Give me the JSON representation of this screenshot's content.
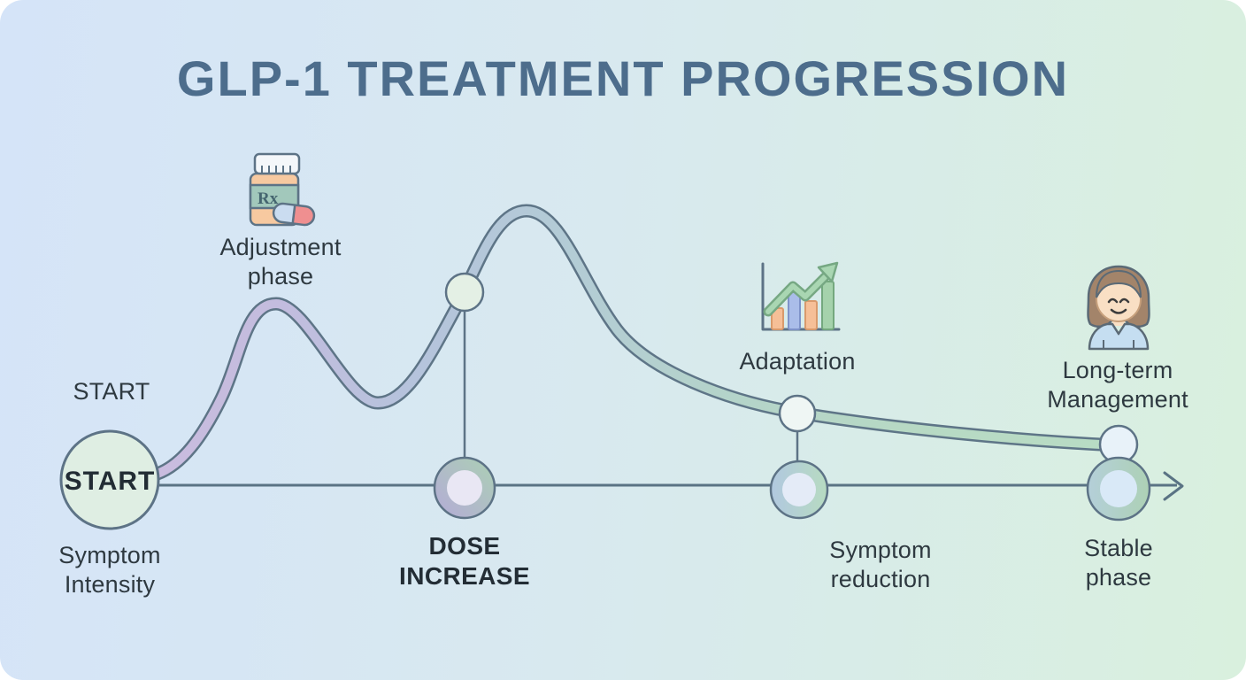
{
  "title": "GLP-1 TREATMENT PROGRESSION",
  "start": {
    "top_label": "START",
    "circle_label": "START",
    "axis_label": "Symptom Intensity"
  },
  "milestones": {
    "adjustment": {
      "label": "Adjustment phase",
      "icon": "pill-bottle-icon",
      "rx": "Rx"
    },
    "dose_increase": {
      "label": "DOSE INCREASE"
    },
    "adaptation": {
      "label": "Adaptation",
      "icon": "growth-chart-icon"
    },
    "symptom_reduction": {
      "label": "Symptom reduction"
    },
    "long_term": {
      "label": "Long-term Management",
      "icon": "patient-icon"
    },
    "stable": {
      "label": "Stable phase"
    }
  },
  "timeline": {
    "end_icon": "arrow-right-icon"
  },
  "colors": {
    "background_left": "#d5e4f8",
    "background_right": "#d9f0de",
    "title": "#4d6d8c",
    "outline": "#5e7587",
    "label_text": "#2e3940",
    "curve_start_lavender": "#c9bcdf",
    "curve_mid_blue": "#b3c6da",
    "curve_end_green": "#b8dcc4",
    "node_green_fill": "#dfeee3",
    "pill_body_orange": "#f7c9a0",
    "pill_label_green": "#a2c8bb",
    "pill_capsule_red": "#ef8f90",
    "pill_capsule_blue": "#cadcf0",
    "chart_bar_orange": "#f6bf97",
    "chart_bar_blue": "#aabde9",
    "chart_bar_green": "#a5d2ac",
    "hair_brown": "#a3846a",
    "skin": "#f9dfc4",
    "shirt_blue": "#c5def1"
  }
}
